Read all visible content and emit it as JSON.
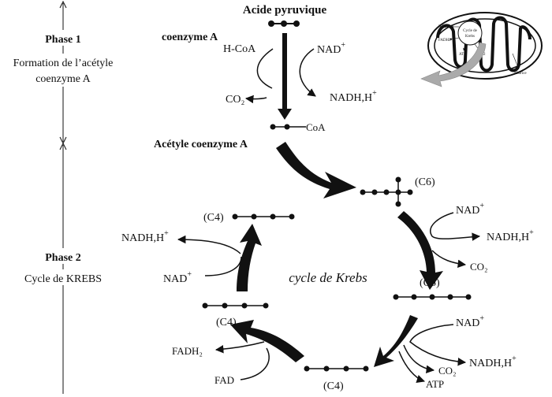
{
  "phases": {
    "phase1_title": "Phase 1",
    "phase1_desc_line1": "Formation de l’acétyle",
    "phase1_desc_line2": "coenzyme A",
    "phase2_title": "Phase 2",
    "phase2_desc": "Cycle de KREBS"
  },
  "top": {
    "pyruvic_acid": "Acide pyruvique",
    "coenzyme_a": "coenzyme A",
    "hcoa": "H-CoA",
    "nad_plus": "NAD",
    "co2": "CO₂",
    "nadh": "NADH,H",
    "coa": "CoA",
    "acetyl_coa": "Acétyle coenzyme A"
  },
  "cycle": {
    "center_label": "cycle de Krebs",
    "c6": "(C6)",
    "c5": "(C5)",
    "c4_top_left": "(C4)",
    "c4_left": "(C4)",
    "c4_bottom": "(C4)"
  },
  "reactions": {
    "right1_nad": "NAD",
    "right1_nadh": "NADH,H",
    "right1_co2": "CO₂",
    "right2_nad": "NAD",
    "right2_nadh": "NADH,H",
    "right2_co2": "CO₂",
    "right2_atp": "ATP",
    "left_nadh": "NADH,H",
    "left_nad": "NAD",
    "bottom_fadh2": "FADH₂",
    "bottom_fad": "FAD",
    "plus": "+"
  },
  "mito_inset": {
    "nadh_label": "NADH,H",
    "fadh2_label": "FADH2",
    "atp_label": "ATP",
    "co2_label": "CO2",
    "cycle_label_1": "Cycle de",
    "cycle_label_2": "Krebs",
    "matrix_label": "Matrice"
  }
}
